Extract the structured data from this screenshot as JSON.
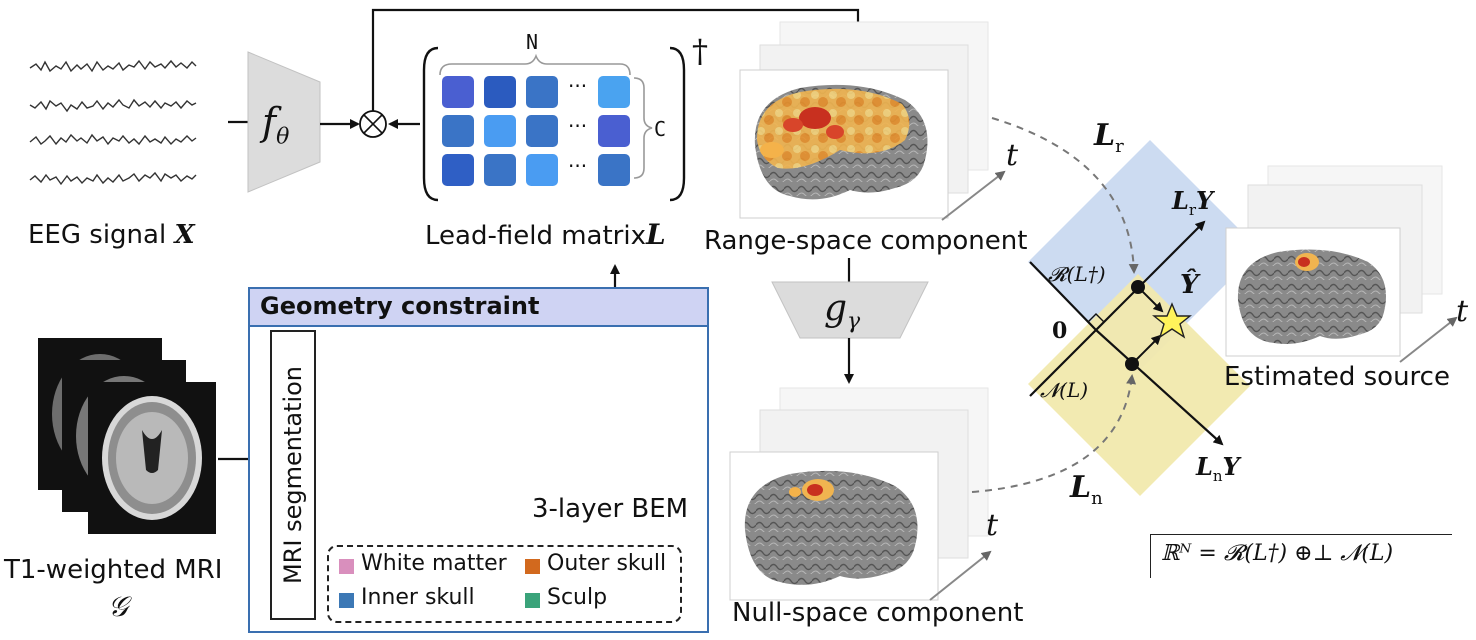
{
  "labels": {
    "eeg": "EEG signal",
    "eeg_symbol": "X",
    "f_theta": "f",
    "f_theta_sub": "θ",
    "lead_field": "Lead-field matrix",
    "lead_field_symbol": "L",
    "matrix_n": "N",
    "matrix_c": "C",
    "dagger": "†",
    "matrix_dots": "···",
    "range_space": "Range-space component",
    "null_space": "Null-space component",
    "g_gamma": "g",
    "g_gamma_sub": "γ",
    "estimated": "Estimated source",
    "t": "t",
    "t1_mri": "T1-weighted MRI",
    "t1_symbol": "𝒢",
    "geometry": "Geometry constraint",
    "mri_seg": "MRI segmentation",
    "bem": "3-layer BEM",
    "Lr": "L",
    "Lr_sub": "r",
    "Ln": "L",
    "Ln_sub": "n",
    "LrY": "L",
    "LrY_sub": "r",
    "LrY_y": "Y",
    "LnY": "L",
    "LnY_sub": "n",
    "LnY_y": "Y",
    "yhat": "Ŷ",
    "range_op": "𝓡(L†)",
    "null_op": "𝓝(L)",
    "zero": "0",
    "formula": "ℝᴺ = 𝓡(L†) ⊕⊥ 𝓝(L)"
  },
  "legend": [
    {
      "label": "White matter",
      "color": "#d98fbd"
    },
    {
      "label": "Outer skull",
      "color": "#d2691e"
    },
    {
      "label": "Inner skull",
      "color": "#3c78b5"
    },
    {
      "label": "Sculp",
      "color": "#3aa37a"
    }
  ],
  "colors": {
    "range_region": "#c9d9f0",
    "null_region": "#f1e9ad",
    "geometry_header": "#cfd3f3",
    "geometry_border": "#3a6fb0",
    "matrix_cells": [
      "#4a5fd1",
      "#2b5bbf",
      "#3a74c6",
      "#4aa3f0",
      "#3a74c6",
      "#4a9cf2",
      "#3a74c6",
      "#4a5fd1",
      "#2f5fc5",
      "#3a74c6",
      "#4a9cf2",
      "#3a74c6"
    ]
  }
}
